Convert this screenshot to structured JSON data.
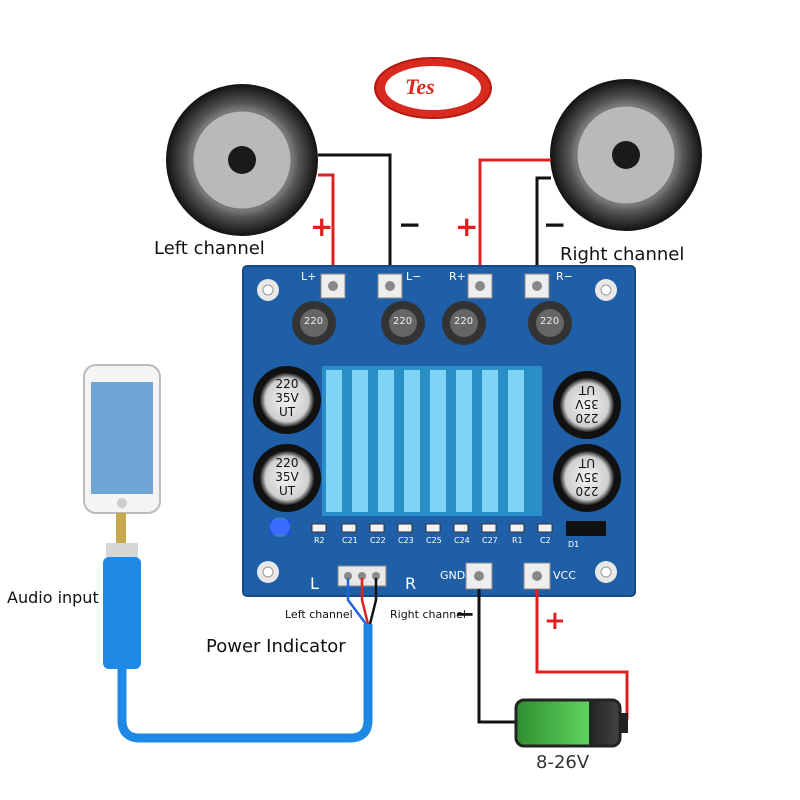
{
  "logo": {
    "text": "Tes"
  },
  "speakers": {
    "left": {
      "label": "Left channel",
      "plus": "+",
      "minus": "−"
    },
    "right": {
      "label": "Right channel",
      "plus": "+",
      "minus": "−"
    }
  },
  "board": {
    "terminals": {
      "l_plus": "L+",
      "l_minus": "L−",
      "r_plus": "R+",
      "r_minus": "R−",
      "gnd": "GND",
      "vcc": "VCC"
    },
    "capacitors": [
      {
        "value": "220",
        "voltage": "35V",
        "series": "UT"
      },
      {
        "value": "220",
        "voltage": "35V",
        "series": "UT"
      },
      {
        "value": "220",
        "voltage": "35V",
        "series": "UT"
      },
      {
        "value": "220",
        "voltage": "35V",
        "series": "UT"
      }
    ],
    "inductor_marking": "220",
    "input_marks": {
      "l": "L",
      "r": "R"
    },
    "silk": [
      "R2",
      "C21",
      "C22",
      "C23",
      "C25",
      "C24",
      "C27",
      "R1",
      "C2"
    ],
    "diode_label": "D1"
  },
  "labels": {
    "audio_input": "Audio input",
    "power_indicator": "Power Indicator",
    "left_channel_wire": "Left channel",
    "right_channel_wire": "Right channel",
    "battery_minus": "−",
    "battery_plus": "+",
    "voltage": "8-26V"
  },
  "colors": {
    "board": "#1f5fa8",
    "heatsink": "#49b4e6",
    "positive_wire": "#e02020",
    "negative_wire": "#111111",
    "cable": "#1e88e5"
  }
}
